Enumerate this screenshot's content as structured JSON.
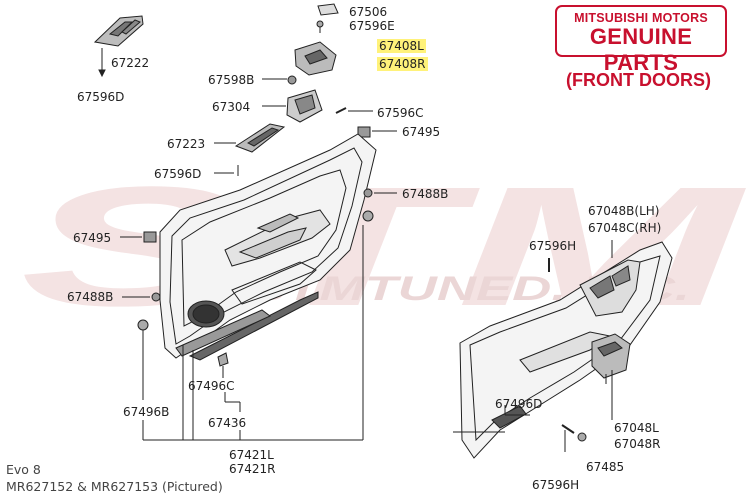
{
  "badge": {
    "line1": "MITSUBISHI MOTORS",
    "line2": "GENUINE PARTS",
    "subtitle": "(FRONT DOORS)"
  },
  "footer": {
    "model": "Evo 8",
    "parts": "MR627152  &  MR627153  (Pictured)"
  },
  "watermark": {
    "big": "STM",
    "small": "STMTUNED, INC."
  },
  "labels": {
    "p67506": "67506",
    "p67596E": "67596E",
    "p67408L": "67408L",
    "p67408R": "67408R",
    "p67222": "67222",
    "p67596D_top": "67596D",
    "p67598B": "67598B",
    "p67304": "67304",
    "p67596C": "67596C",
    "p67495_top": "67495",
    "p67223": "67223",
    "p67596D_mid": "67596D",
    "p67488B_right": "67488B",
    "p67495_left": "67495",
    "p67488B_left": "67488B",
    "p67496B": "67496B",
    "p67496C": "67496C",
    "p67436": "67436",
    "p67421L": "67421L",
    "p67421R": "67421R",
    "p67048B": "67048B(LH)",
    "p67048C": "67048C(RH)",
    "p67596H_top": "67596H",
    "p67496D": "67496D",
    "p67048L": "67048L",
    "p67048R": "67048R",
    "p67485": "67485",
    "p67596H_bottom": "67596H"
  },
  "colors": {
    "accent": "#c8102e",
    "highlight": "#fff27a",
    "line": "#222222",
    "watermark": "#f1dddd"
  }
}
